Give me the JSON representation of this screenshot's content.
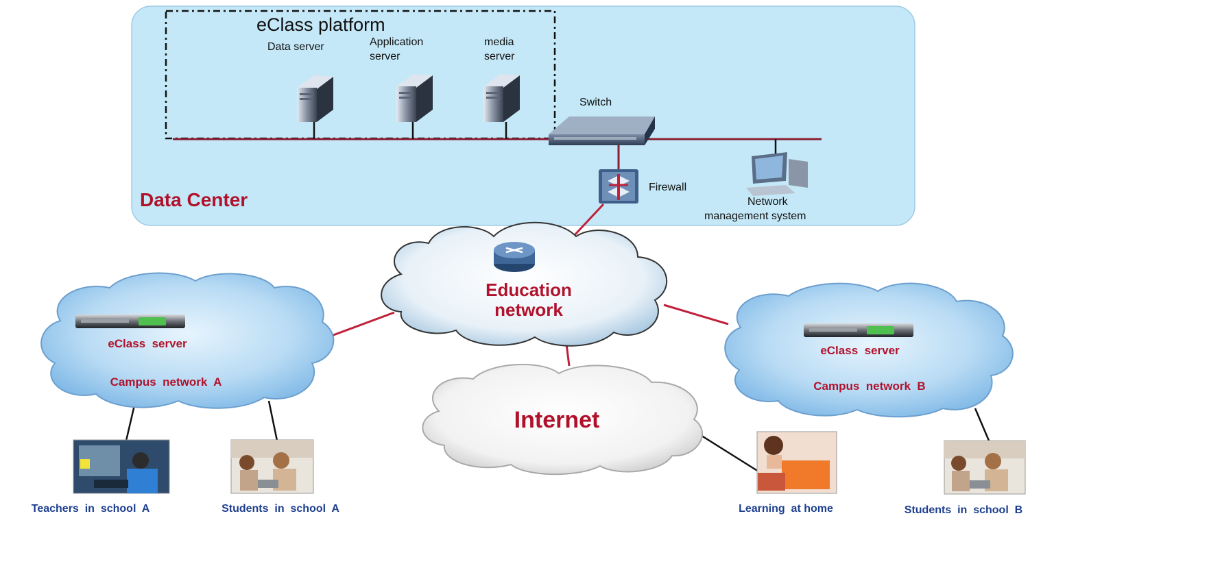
{
  "data_center": {
    "label": "Data Center",
    "platform": {
      "title": "eClass platform",
      "data_server": "Data server",
      "application_server_line1": "Application",
      "application_server_line2": "server",
      "media_server_line1": "media",
      "media_server_line2": "server"
    },
    "switch_label": "Switch",
    "firewall_label": "Firewall",
    "nms_line1": "Network",
    "nms_line2": "management system"
  },
  "education_network": {
    "line1": "Education",
    "line2": "network"
  },
  "campus_a": {
    "server_label": "eClass  server",
    "network_label": "Campus  network  A"
  },
  "campus_b": {
    "server_label": "eClass  server",
    "network_label": "Campus  network  B"
  },
  "internet": {
    "label": "Internet"
  },
  "endpoints": {
    "teachers_a": "Teachers  in  school  A",
    "students_a": "Students  in  school  A",
    "home": "Learning  at home",
    "students_b": "Students  in  school  B"
  },
  "colors": {
    "data_center_bg": "#c4e8f7",
    "link_red": "#c0213a",
    "label_red": "#b0122c",
    "cloud_blue": "#a9d1f0",
    "cloud_white": "#f4f4f4"
  },
  "icons": [
    "server-tower-icon",
    "switch-icon",
    "firewall-icon",
    "workstation-icon",
    "router-icon",
    "rack-server-icon",
    "photo-icon"
  ]
}
